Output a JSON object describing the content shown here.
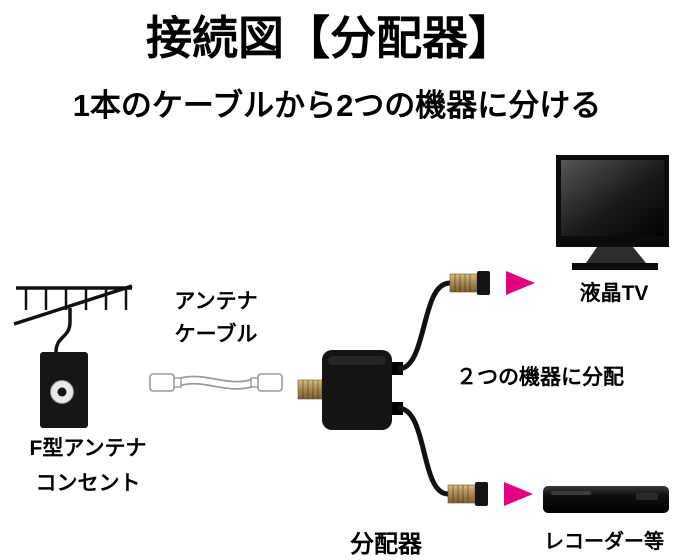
{
  "title": "接続図【分配器】",
  "subtitle": "1本のケーブルから2つの機器に分ける",
  "labels": {
    "antenna_cable_1": "アンテナ",
    "antenna_cable_2": "ケーブル",
    "outlet_1": "F型アンテナ",
    "outlet_2": "コンセント",
    "splitter": "分配器",
    "split_note": "２つの機器に分配",
    "tv": "液晶TV",
    "recorder": "レコーダー等"
  },
  "icons": {
    "antenna": "tv-antenna-icon",
    "cable": "coax-cable-icon",
    "splitter": "splitter-box-icon",
    "tv": "lcd-tv-icon",
    "recorder": "recorder-icon",
    "arrow": "right-arrow-icon"
  },
  "colors": {
    "arrow": "#e4007f",
    "text": "#000000",
    "connector_gold": "#b3925a",
    "device": "#111111",
    "background": "#ffffff"
  }
}
